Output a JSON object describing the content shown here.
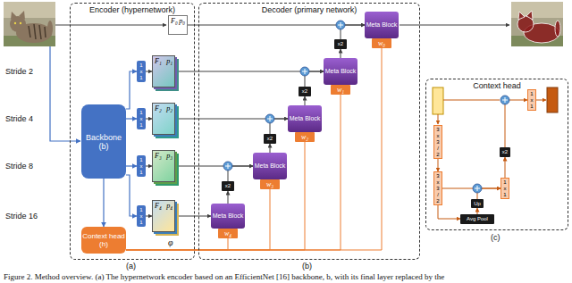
{
  "diagram": {
    "caption": "Figure 2. Method overview. (a) The hypernetwork encoder based on an EfficientNet [16] backbone, b, with its final layer replaced by the",
    "nodes": [
      {
        "text": [
          "Encoder (hypernetwork)"
        ]
      },
      {
        "text": [
          "Backbone (b)"
        ],
        "in": 0
      },
      {
        "text": [
          "Context head (h)"
        ],
        "in": 0
      },
      {
        "text": [
          "1 x 1"
        ],
        "in": 0
      },
      {
        "text": [
          "1 x 1"
        ],
        "in": 0
      },
      {
        "text": [
          "1 x 1"
        ],
        "in": 0
      },
      {
        "text": [
          "1 x 1"
        ],
        "in": 0
      },
      {
        "text": [
          "F₀",
          "p₀"
        ],
        "in": 0
      },
      {
        "text": [
          "F₁",
          "p₁"
        ],
        "in": 0
      },
      {
        "text": [
          "F₂",
          "p₂"
        ],
        "in": 0
      },
      {
        "text": [
          "F₃",
          "p₃"
        ],
        "in": 0
      },
      {
        "text": [
          "F₄",
          "p₄"
        ],
        "in": 0
      },
      {
        "text": [
          "Decoder (primary network)"
        ]
      },
      {
        "text": [
          "Meta Block"
        ],
        "in": 12
      },
      {
        "text": [
          "w₀"
        ],
        "in": 12
      },
      {
        "text": [
          "x2"
        ],
        "in": 12
      },
      {
        "text": [
          "Meta Block"
        ],
        "in": 12
      },
      {
        "text": [
          "w₁"
        ],
        "in": 12
      },
      {
        "text": [
          "x2"
        ],
        "in": 12
      },
      {
        "text": [
          "Meta Block"
        ],
        "in": 12
      },
      {
        "text": [
          "w₂"
        ],
        "in": 12
      },
      {
        "text": [
          "x2"
        ],
        "in": 12
      },
      {
        "text": [
          "Meta Block"
        ],
        "in": 12
      },
      {
        "text": [
          "w₃"
        ],
        "in": 12
      },
      {
        "text": [
          "x2"
        ],
        "in": 12
      },
      {
        "text": [
          "Meta Block"
        ],
        "in": 12
      },
      {
        "text": [
          "w₄"
        ],
        "in": 12
      },
      {
        "text": [
          "Context head"
        ]
      },
      {
        "text": [
          "1 x 1"
        ],
        "in": 27
      },
      {
        "text": [
          "x2"
        ],
        "in": 27
      },
      {
        "text": [
          "3 x 3 / 2"
        ],
        "in": 27
      },
      {
        "text": [
          "1 x 1"
        ],
        "in": 27
      },
      {
        "text": [
          "3 x 3 / 2"
        ],
        "in": 27
      },
      {
        "text": [
          "Up"
        ],
        "in": 27
      },
      {
        "text": [
          "Avg Pool"
        ],
        "in": 27
      }
    ],
    "edges": [
      {
        "from": 1,
        "to": 3,
        "arrow": "to"
      },
      {
        "from": 1,
        "to": 4,
        "arrow": "to"
      },
      {
        "from": 1,
        "to": 5,
        "arrow": "to"
      },
      {
        "from": 1,
        "to": 6,
        "arrow": "to"
      },
      {
        "from": 1,
        "to": 2,
        "arrow": "to"
      },
      {
        "from": 3,
        "to": 8,
        "arrow": "to"
      },
      {
        "from": 4,
        "to": 9,
        "arrow": "to"
      },
      {
        "from": 5,
        "to": 10,
        "arrow": "to"
      },
      {
        "from": 6,
        "to": 11,
        "arrow": "to"
      },
      {
        "from": 7,
        "to": 13,
        "arrow": "to"
      },
      {
        "from": 8,
        "to": 16,
        "arrow": "to"
      },
      {
        "from": 9,
        "to": 19,
        "arrow": "to"
      },
      {
        "from": 10,
        "to": 22,
        "arrow": "to"
      },
      {
        "from": 11,
        "to": 25,
        "arrow": "to"
      },
      {
        "from": 25,
        "to": 24,
        "arrow": "to"
      },
      {
        "from": 24,
        "to": 22,
        "arrow": "to"
      },
      {
        "from": 22,
        "to": 21,
        "arrow": "to"
      },
      {
        "from": 21,
        "to": 19,
        "arrow": "to"
      },
      {
        "from": 19,
        "to": 18,
        "arrow": "to"
      },
      {
        "from": 18,
        "to": 16,
        "arrow": "to"
      },
      {
        "from": 16,
        "to": 15,
        "arrow": "to"
      },
      {
        "from": 15,
        "to": 13,
        "arrow": "to"
      },
      {
        "from": 2,
        "to": 26,
        "arrow": "none"
      },
      {
        "from": 2,
        "to": 23,
        "arrow": "none"
      },
      {
        "from": 2,
        "to": 20,
        "arrow": "none"
      },
      {
        "from": 2,
        "to": 17,
        "arrow": "none"
      },
      {
        "from": 2,
        "to": 14,
        "arrow": "none"
      },
      {
        "from": 30,
        "to": 32,
        "arrow": "to"
      },
      {
        "from": 32,
        "to": 34,
        "arrow": "to"
      },
      {
        "from": 34,
        "to": 33,
        "arrow": "to"
      },
      {
        "from": 33,
        "to": 31,
        "arrow": "to"
      },
      {
        "from": 32,
        "to": 31,
        "arrow": "to"
      },
      {
        "from": 31,
        "to": 29,
        "arrow": "to"
      },
      {
        "from": 29,
        "to": 28,
        "arrow": "to"
      }
    ],
    "labels": [
      "Stride 2",
      "Stride 4",
      "Stride 8",
      "Stride 16",
      "φ",
      "(a)",
      "(b)",
      "(c)"
    ]
  }
}
